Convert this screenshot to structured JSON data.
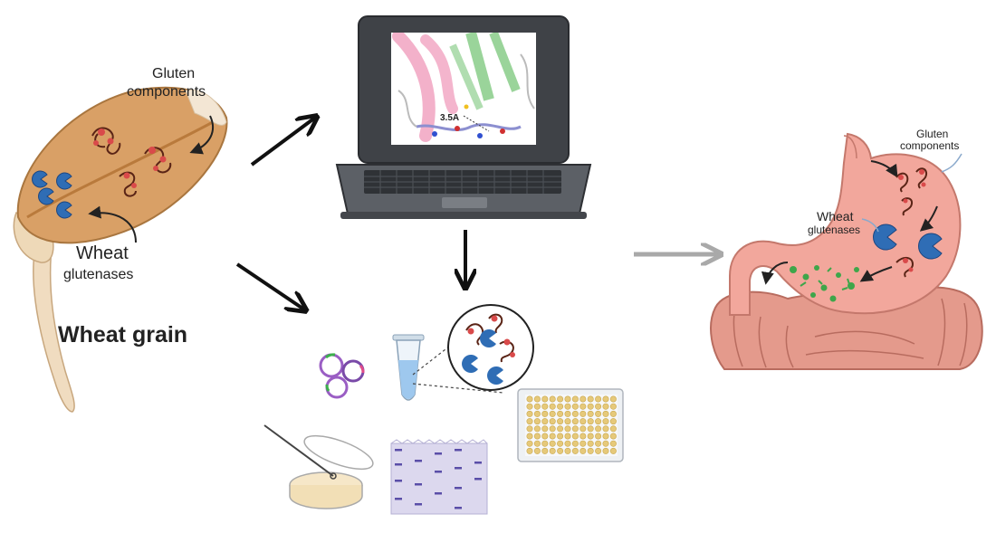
{
  "wheat": {
    "gluten_line1": "Gluten",
    "gluten_line2": "components",
    "enzyme_line1": "Wheat",
    "enzyme_line2": "glutenases",
    "title": "Wheat grain"
  },
  "laptop": {
    "distance_label": "3.5A"
  },
  "stomach": {
    "gluten_line1": "Gluten",
    "gluten_line2": "components",
    "enzyme_line1": "Wheat",
    "enzyme_line2": "glutenases"
  },
  "colors": {
    "grain": "#d9a066",
    "grain_dark": "#b97a3c",
    "enzyme": "#2f6db5",
    "gluten": "#8b2e1a",
    "gluten_bead": "#d94a4a",
    "stomach": "#f2a79c",
    "intestine": "#e49a8c",
    "arrow": "#111111",
    "arrow_grey": "#a9a9a9",
    "protein_pink": "#f2a8c4",
    "protein_green": "#8fcf8f"
  }
}
